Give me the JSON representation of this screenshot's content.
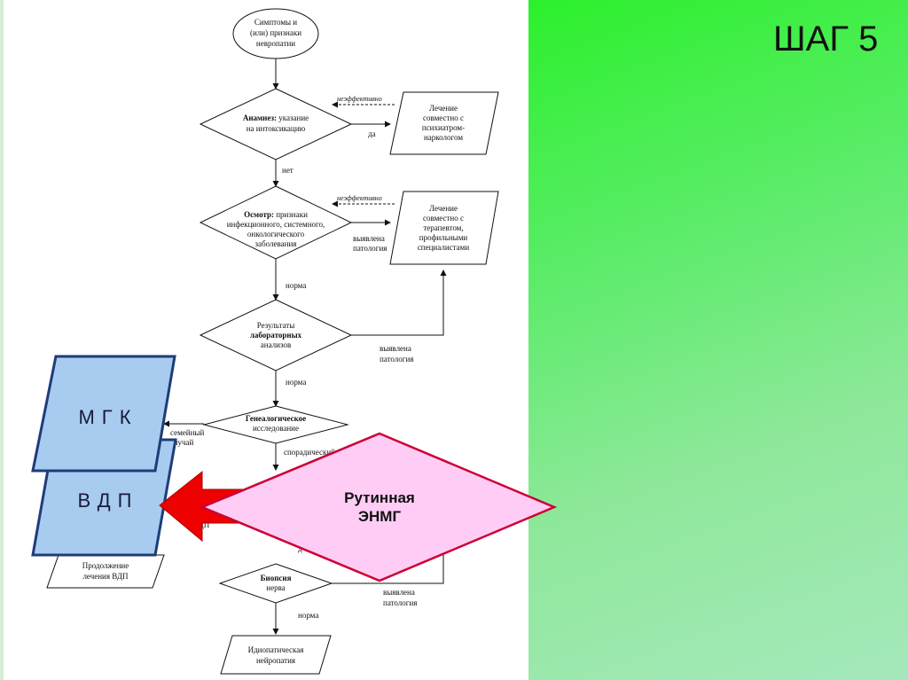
{
  "slide": {
    "step_title": "ШАГ 5",
    "colors": {
      "green": "#2cf02c",
      "pink": "#ffccf5",
      "pinkStroke": "#cc0033",
      "blue": "#a8ccf0",
      "blueStroke": "#1f3c7a",
      "arrowRed": "#ee0000"
    }
  },
  "flowchart": {
    "start": [
      "Симптомы и",
      "(или) признаки",
      "невропатии"
    ],
    "anamnesis": {
      "bold": "Анамнез:",
      "rest": " указание",
      "line2": "на интоксикацию"
    },
    "treatment_psych": [
      "Лечение",
      "совместно с",
      "психиатром-",
      "наркологом"
    ],
    "label_ineffective_1": "неэффективно",
    "label_yes": "да",
    "label_no": "нет",
    "exam": {
      "bold": "Осмотр:",
      "rest": " признаки",
      "line2": "инфекционного, системного,",
      "line3": "онкологического",
      "line4": "заболевания"
    },
    "treatment_therapist": [
      "Лечение",
      "совместно с",
      "терапевтом,",
      "профильными",
      "специалистами"
    ],
    "label_ineffective_2": "неэффективно",
    "label_pathology_1": [
      "выявлена",
      "патология"
    ],
    "label_norm_1": "норма",
    "lab": [
      "Результаты",
      "лабораторных",
      "анализов"
    ],
    "label_pathology_2": [
      "выявлена",
      "патология"
    ],
    "label_norm_2": "норма",
    "genealogy": [
      "Генеалогическое",
      "исследование"
    ],
    "label_family": [
      "семейный",
      "случай"
    ],
    "label_sporadic": "спорадический",
    "label_vdp_partial": "ВДП",
    "label_d_partial": "д",
    "continue_vdp": [
      "Продолжение",
      "лечения ВДП"
    ],
    "biopsy": [
      "Биопсия",
      "нерва"
    ],
    "label_pathology_3": [
      "выявлена",
      "патология"
    ],
    "label_norm_3": "норма",
    "idiopathic": [
      "Идиопатическая",
      "нейропатия"
    ]
  },
  "overlays": {
    "mgk": "МГК",
    "vdp": "ВДП",
    "enmg": [
      "Рутинная",
      "ЭНМГ"
    ]
  }
}
